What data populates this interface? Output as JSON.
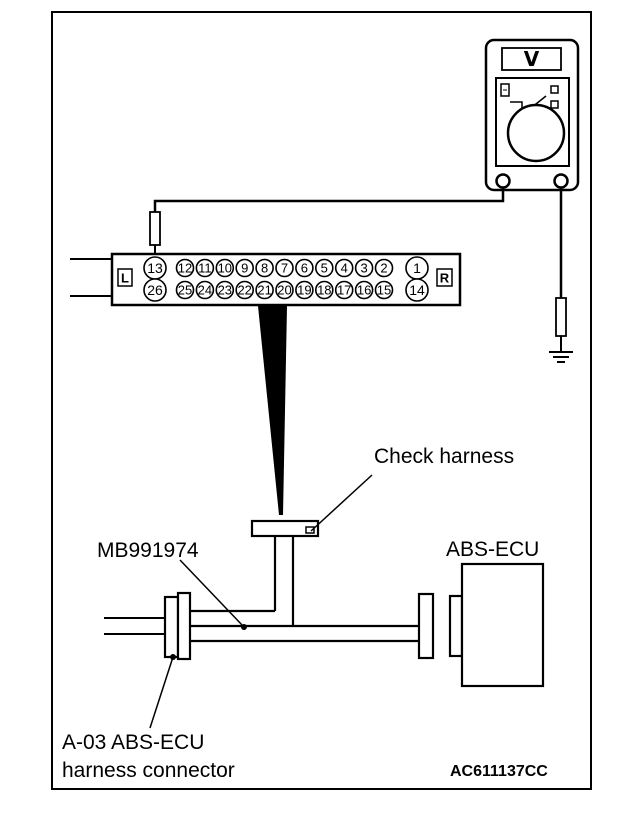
{
  "labels": {
    "check_harness": "Check harness",
    "special_tool": "MB991974",
    "ecu": "ABS-ECU",
    "connector_line1": "A-03 ABS-ECU",
    "connector_line2": "harness connector",
    "figure_code": "AC611137CC"
  },
  "voltmeter": {
    "display": "V"
  },
  "connector": {
    "left_marker": "L",
    "right_marker": "R",
    "top_row": [
      "13",
      "12",
      "11",
      "10",
      "9",
      "8",
      "7",
      "6",
      "5",
      "4",
      "3",
      "2",
      "1"
    ],
    "bottom_row": [
      "26",
      "25",
      "24",
      "23",
      "22",
      "21",
      "20",
      "19",
      "18",
      "17",
      "16",
      "15",
      "14"
    ],
    "probed_terminal": "13"
  }
}
